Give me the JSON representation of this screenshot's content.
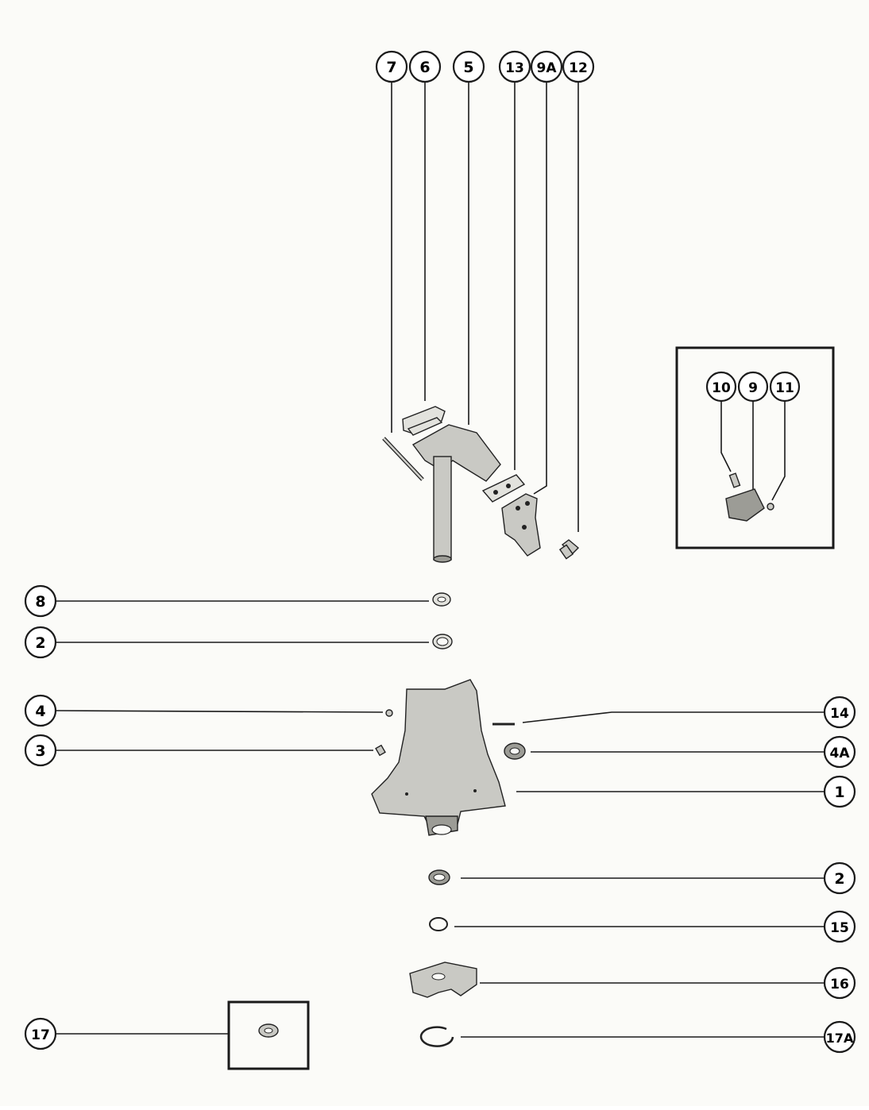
{
  "callouts": {
    "c7": "7",
    "c6": "6",
    "c5": "5",
    "c13": "13",
    "c9A": "9A",
    "c12": "12",
    "c10": "10",
    "c9": "9",
    "c11": "11",
    "c8": "8",
    "c2_upper": "2",
    "c4": "4",
    "c3": "3",
    "c14": "14",
    "c4A": "4A",
    "c1": "1",
    "c2_lower": "2",
    "c15": "15",
    "c16": "16",
    "c17": "17",
    "c17A": "17A"
  }
}
